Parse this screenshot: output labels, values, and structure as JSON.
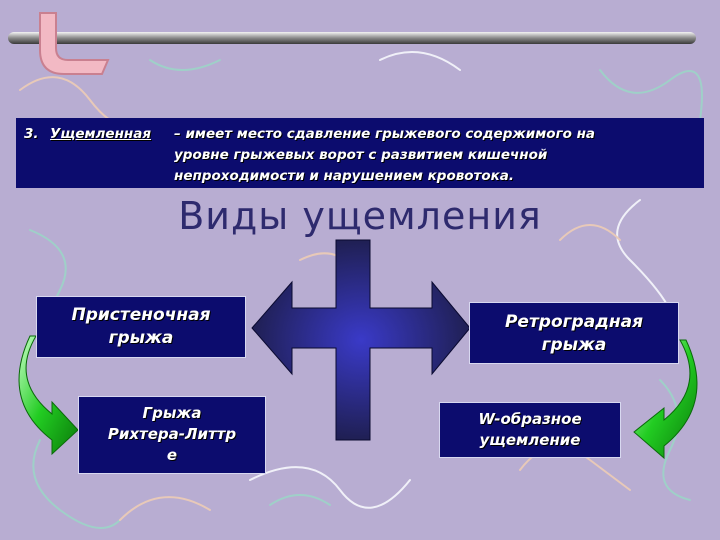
{
  "definition": {
    "number": "3.",
    "term": "Ущемленная",
    "line1": "– имеет место сдавление грыжевого содержимого на",
    "line2": "уровне грыжевых ворот с развитием кишечной",
    "line3": "непроходимости и нарушением кровотока."
  },
  "title": "Виды ущемления",
  "boxes": {
    "parietal": {
      "line1": "Пристеночная",
      "line2": "грыжа"
    },
    "retrograde": {
      "line1": "Ретроградная",
      "line2": "грыжа"
    },
    "richter": {
      "line1": "Грыжа",
      "line2": "Рихтера-Литтр",
      "line3": "е"
    },
    "w_shaped": {
      "line1": "W-образное",
      "line2": "ущемление"
    }
  },
  "colors": {
    "background": "#b8add2",
    "box_fill": "#0c0c6e",
    "title_text": "#2e2a6e",
    "arrow_green": "#22cc22",
    "cross_center": "#3a3ac8",
    "cross_edge": "#1a1a3c"
  },
  "icons": {
    "cross": "four-way-arrow-cross-icon",
    "curved_arrows": "green-curved-arrow-icon",
    "boomerang": "boomerang-decoration-icon"
  }
}
